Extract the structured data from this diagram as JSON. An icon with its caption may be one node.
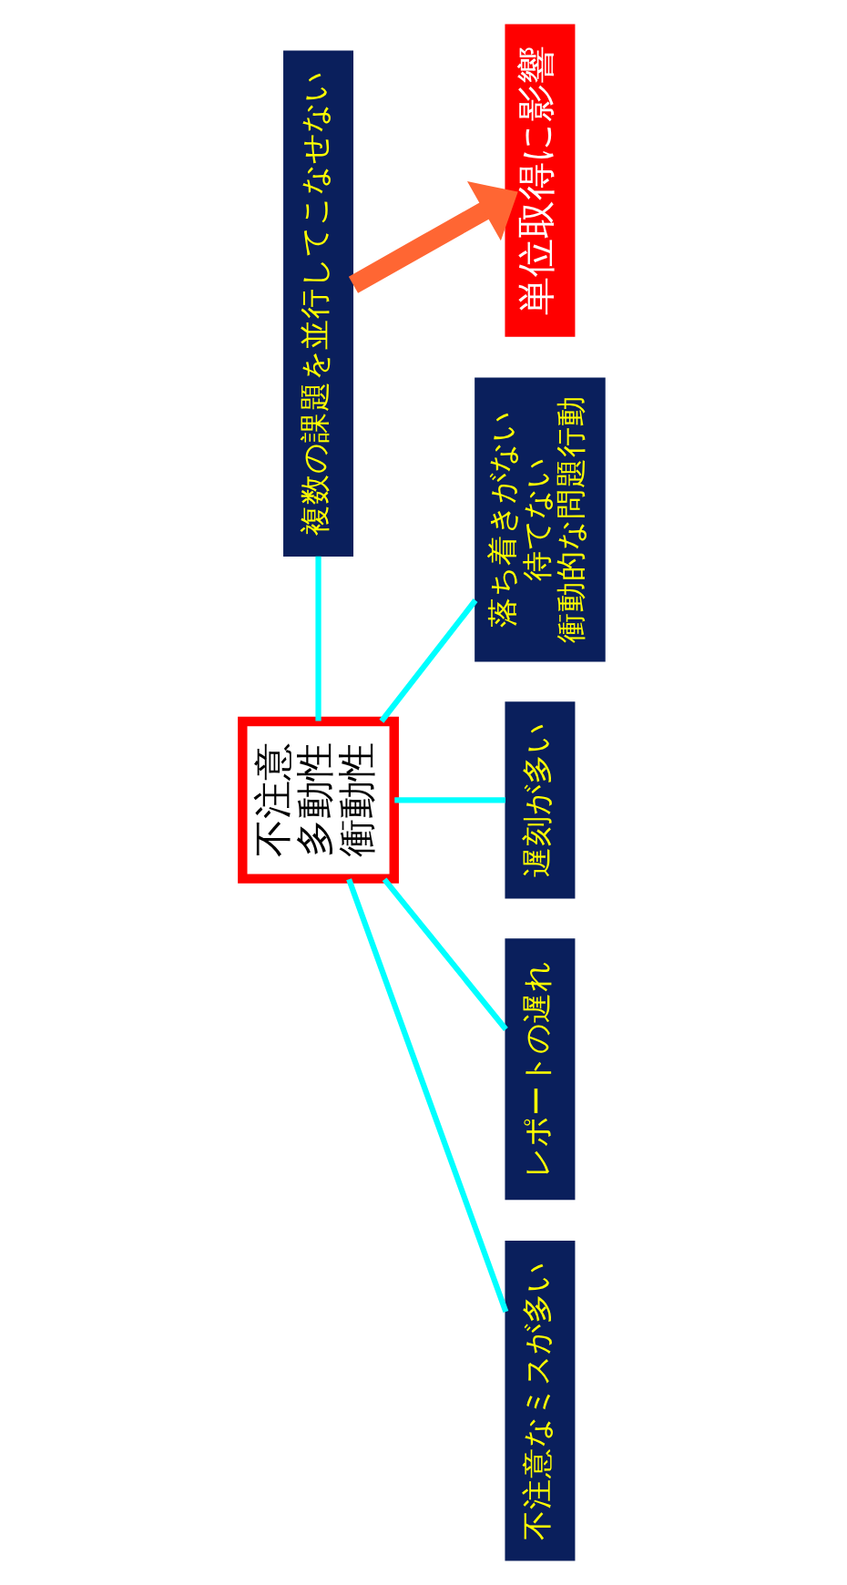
{
  "diagram": {
    "nodes": [
      {
        "text": [
          "不注意なミスが多い"
        ]
      },
      {
        "text": [
          "レポートの遅れ"
        ]
      },
      {
        "text": [
          "不注意",
          "多動性",
          "衝動性"
        ]
      },
      {
        "text": [
          "複数の課題を並行してこなせない"
        ]
      },
      {
        "text": [
          "遅刻が多い"
        ]
      },
      {
        "text": [
          "落ち着きがない",
          "待てない",
          "衝動的な問題行動"
        ]
      },
      {
        "text": [
          "単位取得に影響"
        ]
      }
    ],
    "edges": [
      {
        "from": 2,
        "to": 0,
        "arrow": "none"
      },
      {
        "from": 2,
        "to": 1,
        "arrow": "none"
      },
      {
        "from": 2,
        "to": 3,
        "arrow": "none"
      },
      {
        "from": 2,
        "to": 4,
        "arrow": "none"
      },
      {
        "from": 2,
        "to": 5,
        "arrow": "none"
      },
      {
        "from": 3,
        "to": 6,
        "arrow": "to",
        "style": "thick",
        "color": "#ff6633"
      }
    ]
  }
}
